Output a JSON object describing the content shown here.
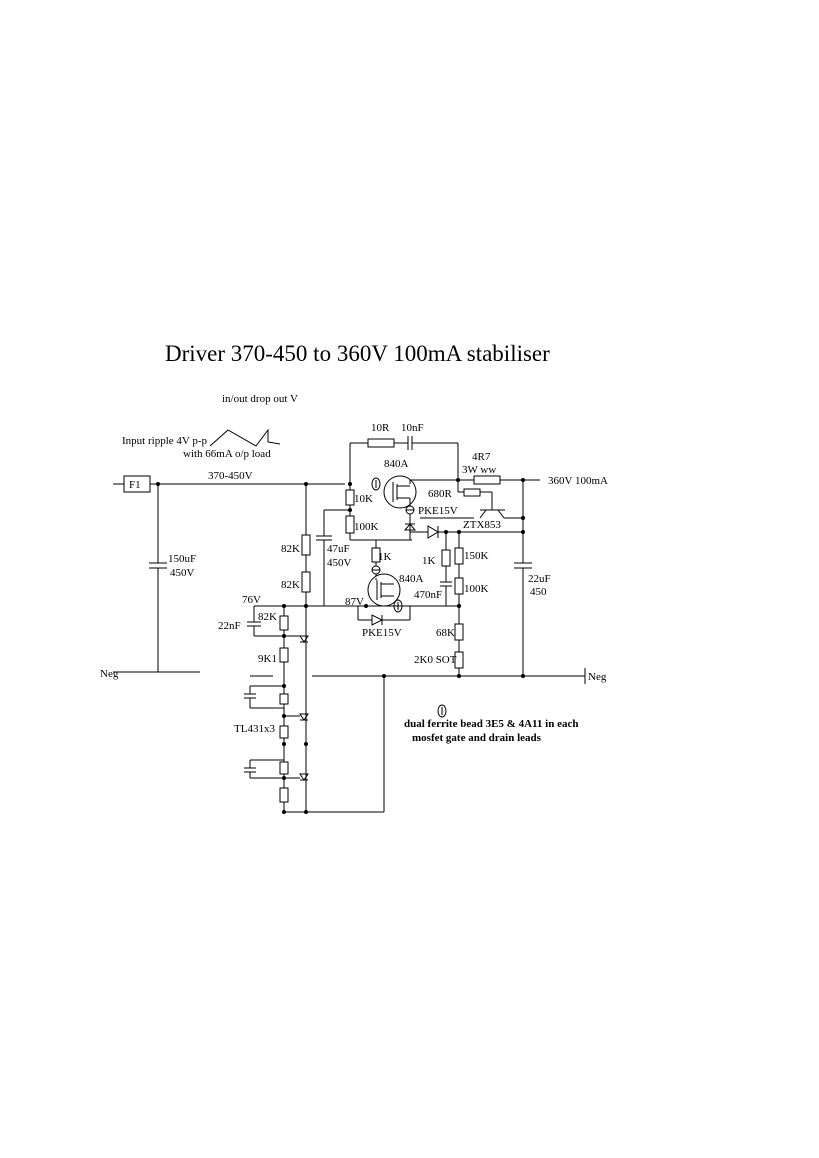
{
  "title": "Driver 370-450 to 360V 100mA stabiliser",
  "notes": {
    "dropout": "in/out drop out   V",
    "ripple_line1": "Input ripple 4V p-p",
    "ripple_line2": "with 66mA o/p load",
    "ferrite_line1": "dual ferrite bead 3E5 & 4A11 in each",
    "ferrite_line2": "mosfet gate and drain leads"
  },
  "labels": {
    "fuse": "F1",
    "input_voltage": "370-450V",
    "output": "360V 100mA",
    "neg_left": "Neg",
    "neg_right": "Neg",
    "cap_in_value": "150uF",
    "cap_in_voltage": "450V",
    "r_82k_top": "82K",
    "r_82k_bottom": "82K",
    "cap_47u_value": "47uF",
    "cap_47u_voltage": "450V",
    "r_10k": "10K",
    "r_100k_upper": "100K",
    "r_1k_gate": "1K",
    "r_10r": "10R",
    "c_10nf": "10nF",
    "tube_upper": "840A",
    "tube_lower": "840A",
    "zener_upper": "PKE15V",
    "zener_lower": "PKE15V",
    "r_4r7": "4R7",
    "r_4r7_rating": "3W ww",
    "r_680r": "680R",
    "transistor": "ZTX853",
    "r_1k": "1K",
    "r_150k": "150K",
    "r_100k": "100K",
    "c_470nf": "470nF",
    "r_68k": "68K",
    "r_2k0": "2K0 SOT",
    "cap_out_value": "22uF",
    "cap_out_voltage": "450",
    "node_76v": "76V",
    "node_87v": "87V",
    "r_82k_ref": "82K",
    "c_22nf": "22nF",
    "r_9k1": "9K1",
    "tl431": "TL431x3"
  }
}
